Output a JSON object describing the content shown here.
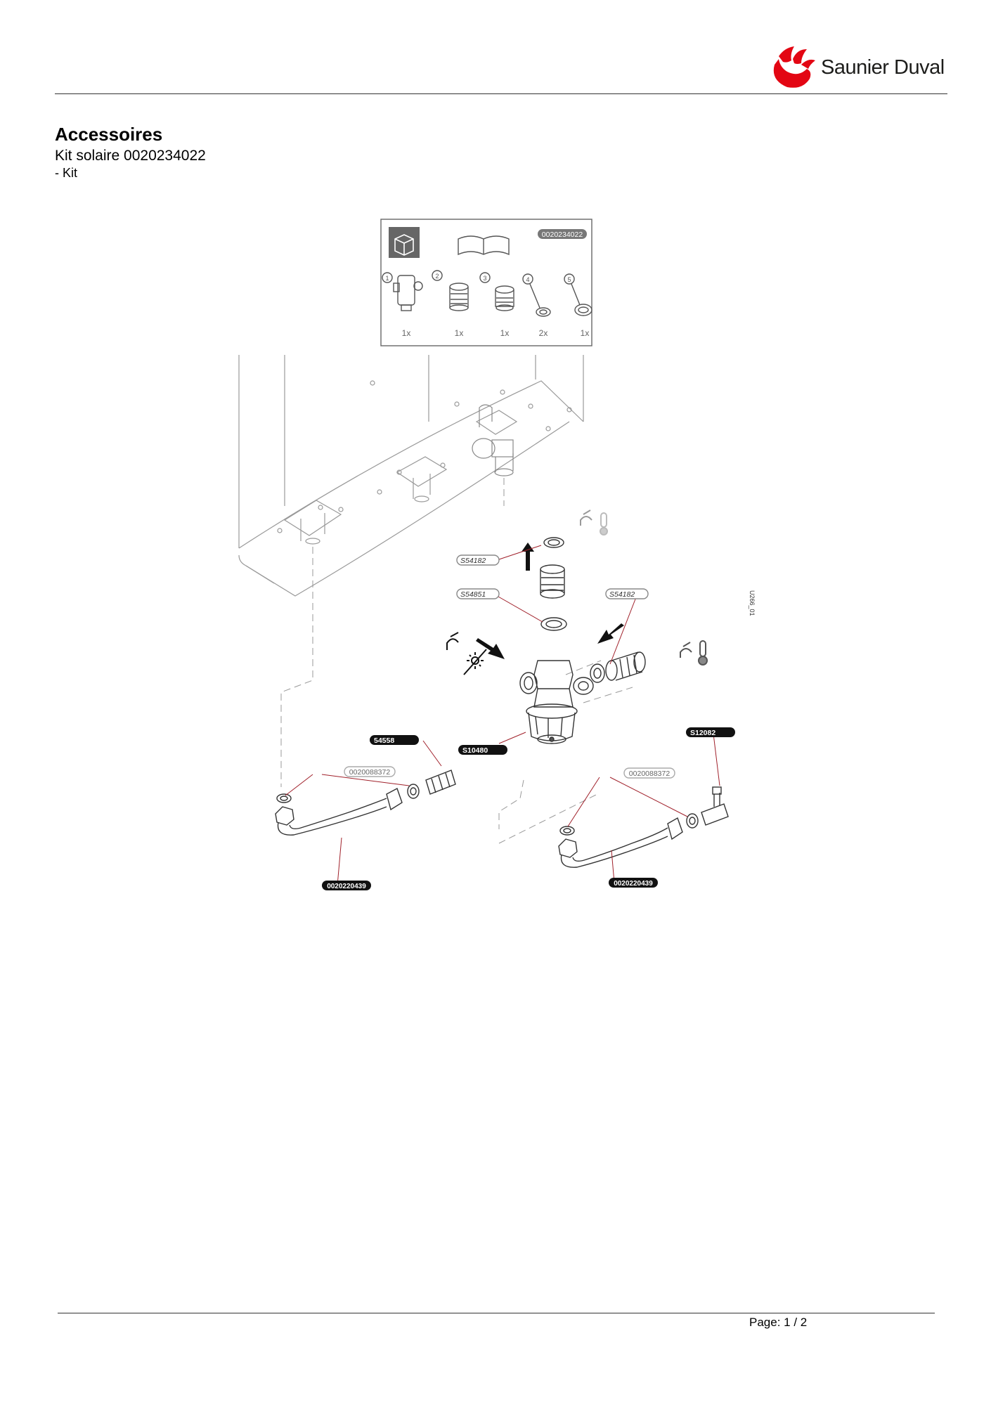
{
  "header": {
    "brand_name": "Saunier Duval",
    "brand_color": "#e30613"
  },
  "document": {
    "title": "Accessoires",
    "subtitle": "Kit solaire 0020234022",
    "category": "- Kit"
  },
  "kit_box": {
    "reference": "0020234022",
    "icons": [
      "package-box-icon",
      "manual-book-icon"
    ],
    "items": [
      {
        "number": "1",
        "quantity": "1x"
      },
      {
        "number": "2",
        "quantity": "1x"
      },
      {
        "number": "3",
        "quantity": "1x"
      },
      {
        "number": "4",
        "quantity": "2x"
      },
      {
        "number": "5",
        "quantity": "1x"
      }
    ]
  },
  "diagram": {
    "drawing_code": "U266_01",
    "callouts": {
      "s54182_top": "S54182",
      "s54851": "S54851",
      "s54182_right": "S54182",
      "s10480": "S10480",
      "p54558": "54558",
      "s12082": "S12082",
      "p0020088372_left": "0020088372",
      "p0020088372_right": "0020088372",
      "p0020220439_left": "0020220439",
      "p0020220439_right": "0020220439"
    },
    "icons": [
      "arrow-up-icon",
      "arrow-in-left-icon",
      "arrow-in-right-icon",
      "hot-tap-icon",
      "solar-tap-icon",
      "thermometer-icon"
    ]
  },
  "footer": {
    "page": "Page: 1 / 2"
  }
}
